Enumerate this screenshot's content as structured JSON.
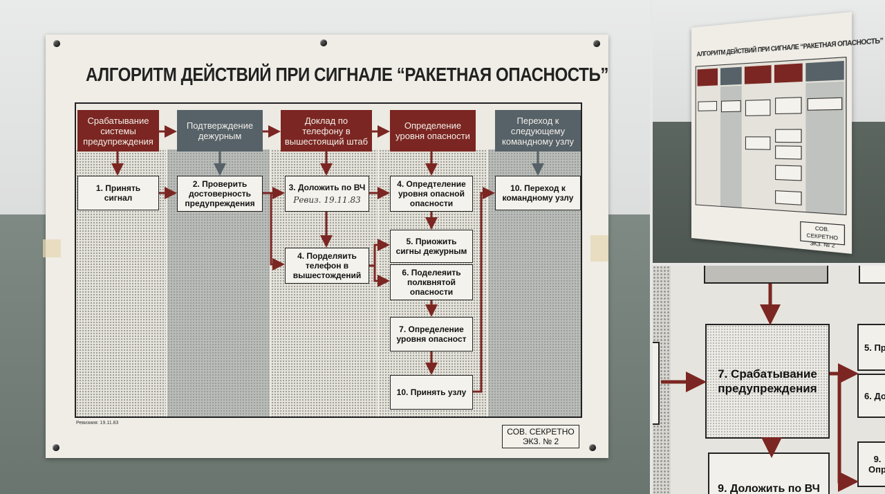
{
  "poster": {
    "title": "АЛГОРИТМ ДЕЙСТВИЙ ПРИ СИГНАЛЕ “РАКЕТНАЯ ОПАСНОСТЬ”",
    "headers": [
      "Срабатывание системы предупреждения",
      "Подтверждение дежурным",
      "Доклад по телефону в вышестоящий штаб",
      "Определение уровня опасности",
      "Переход к следующему командному узлу"
    ],
    "steps": {
      "s1": "1. Принять сигнал",
      "s2": "2. Проверить достоверность предупреждения",
      "s3": "3. Доложить по ВЧ",
      "s3_hand": "Ревиз. 19.11.83",
      "s4a": "4. Порделяить телефон в вышестождений",
      "s4b": "4. Опредтеление уровня опасной опасности",
      "s5": "5. Приожить сигны дежурным",
      "s6": "6. Поделеяить полквнятой опасности",
      "s7": "7. Определение уровня опасност",
      "s10a": "10. Принять узлу",
      "s10b": "10. Переход к командному узлу"
    },
    "revision": "Ревизиия: 19.11.83",
    "stamp_line1": "СОВ. СЕКРЕТНО",
    "stamp_line2": "ЭКЗ. № 2"
  },
  "side_poster": {
    "title": "АЛГОРИТМ ДЕЙСТВИЙ ПРИ СИГНАЛЕ “РАКЕТНАЯ ОПАСНОСТЬ”",
    "stamp_line1": "СОВ. СЕКРЕТНО",
    "stamp_line2": "ЭКЗ. № 2"
  },
  "zoom": {
    "box7": "7. Срабатывание предупреждения",
    "box9": "9. Доложить по ВЧ",
    "side5": "5. Пр",
    "side6": "6. До",
    "side9": "9. Опр"
  },
  "colors": {
    "header_red": "#7b2622",
    "header_slate": "#566168",
    "arrow": "#7b2622"
  }
}
